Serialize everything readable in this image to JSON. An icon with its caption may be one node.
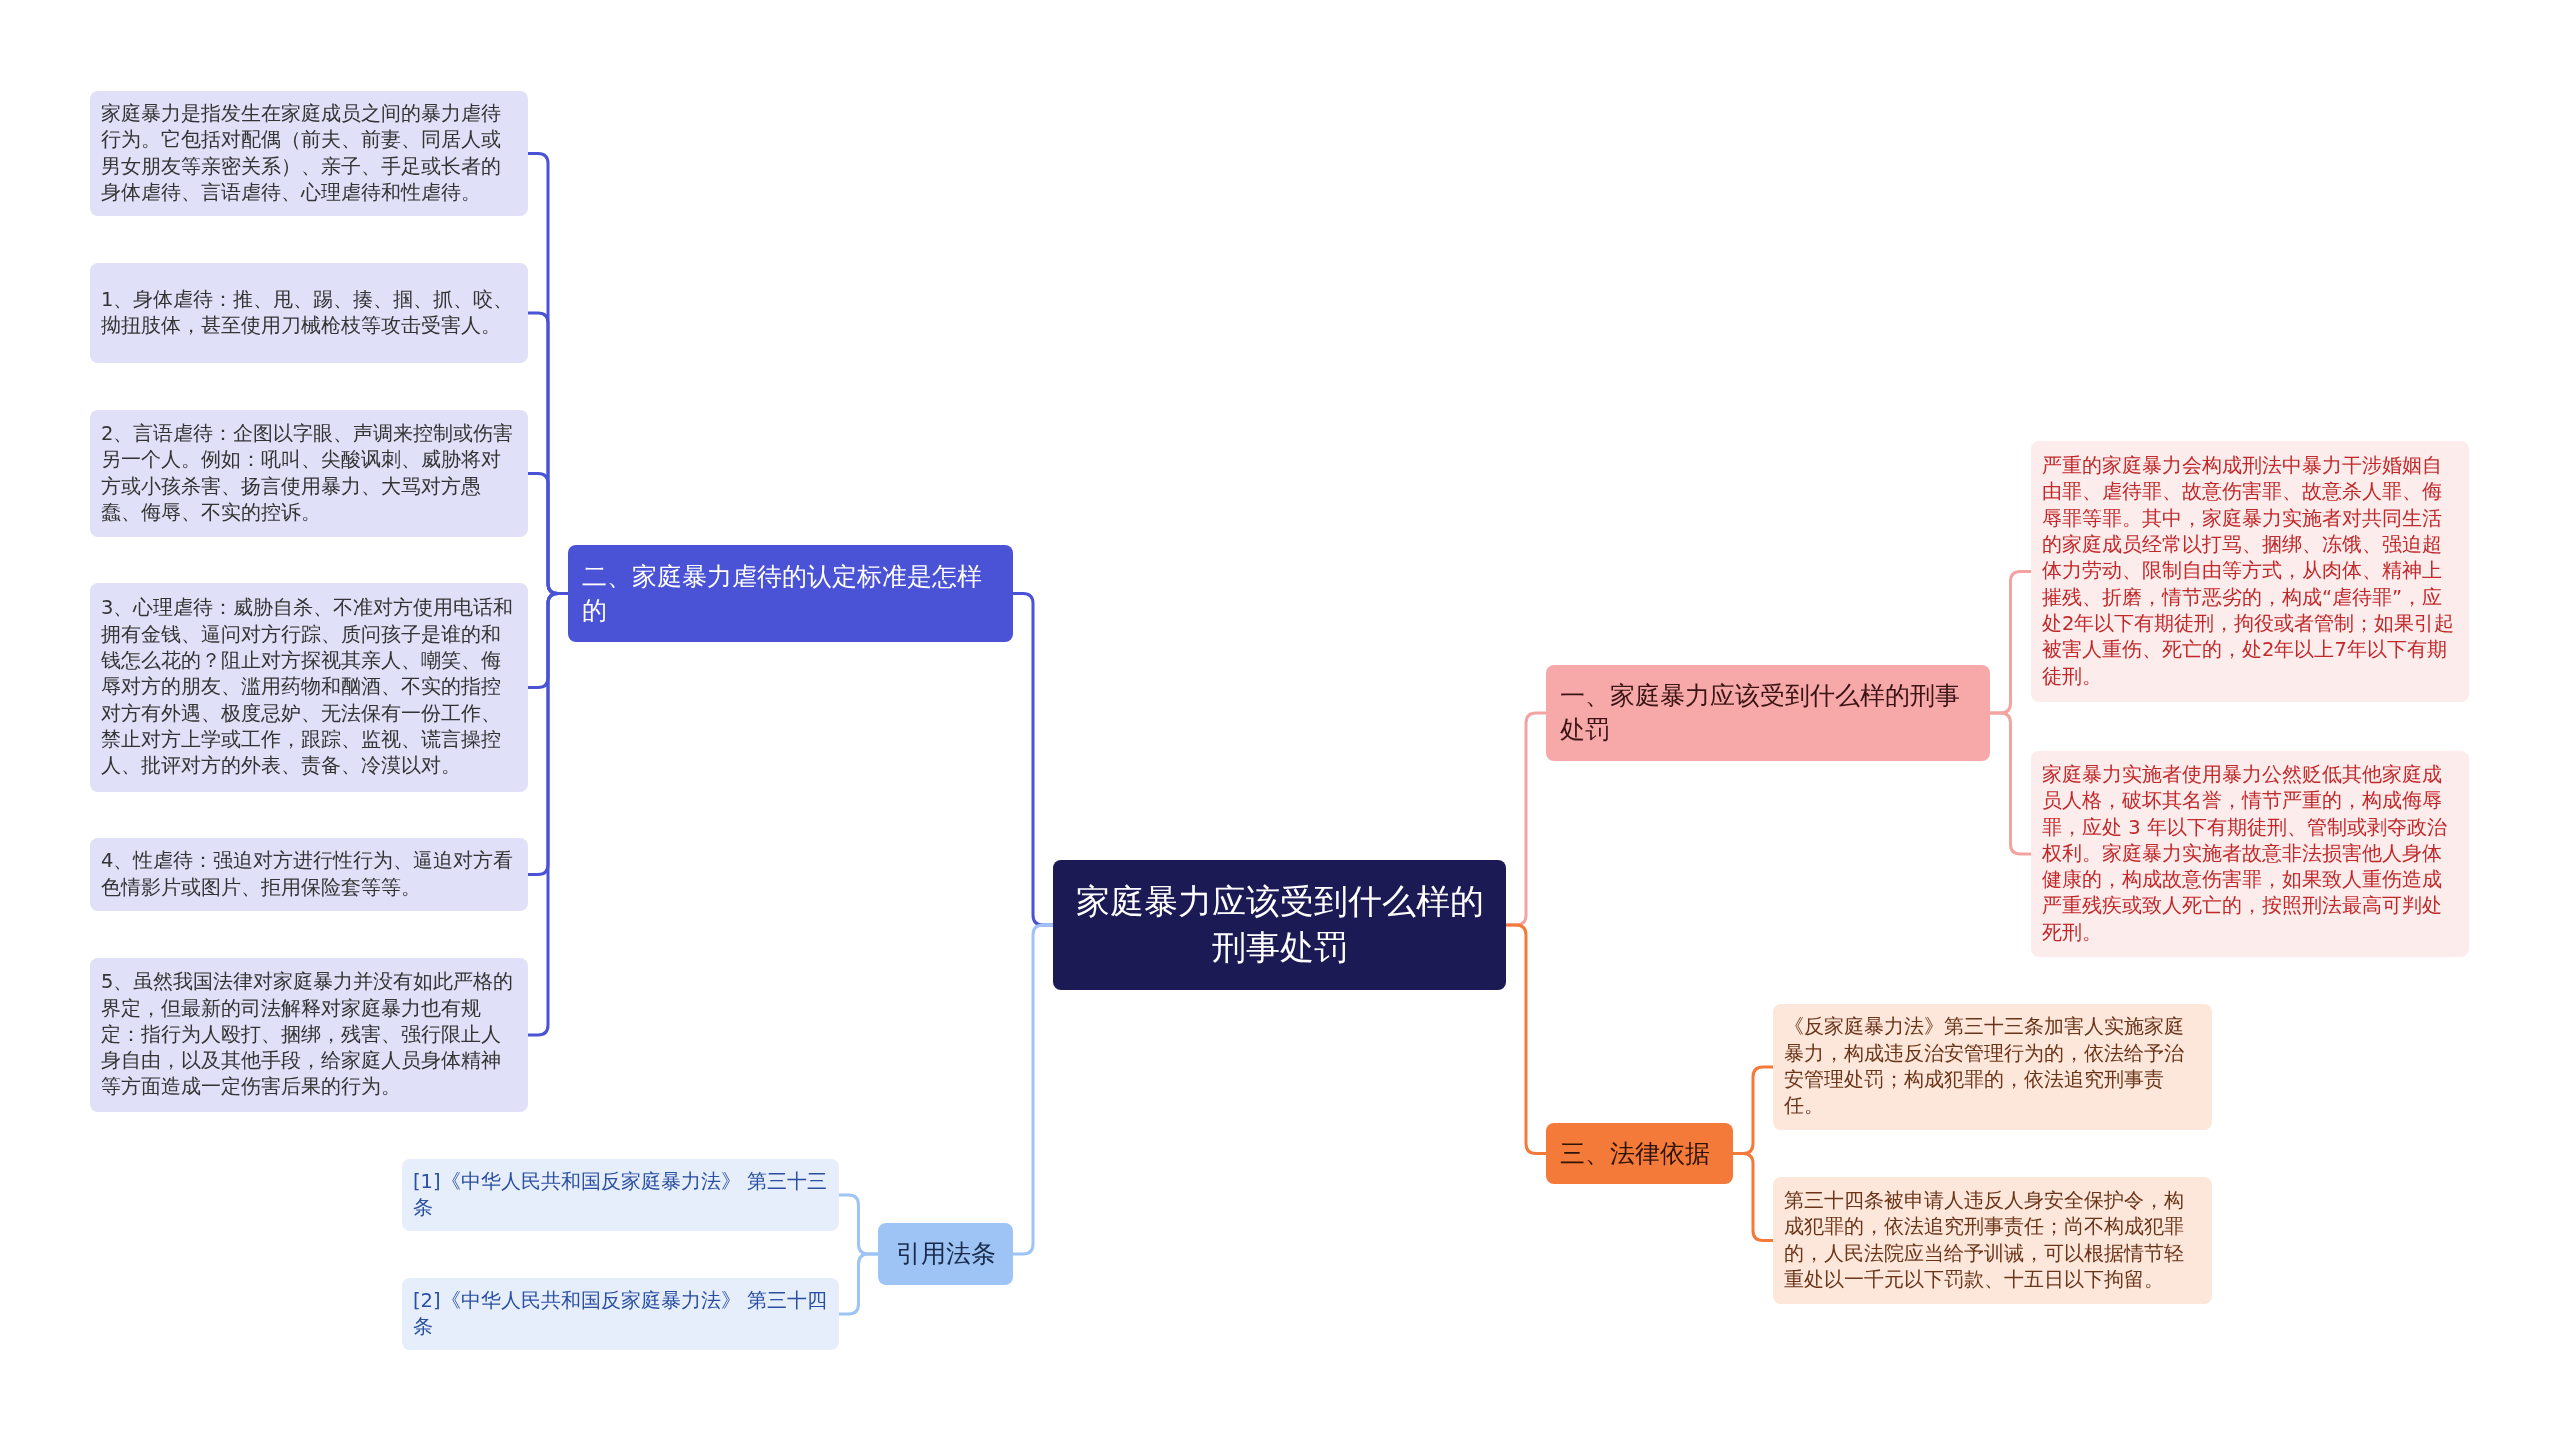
{
  "diagram": {
    "nodes": [
      {
        "text": [
          "家庭暴力应该受到什么样的刑事处罚"
        ]
      },
      {
        "text": [
          "二、家庭暴力虐待的认定标准是怎样的"
        ]
      },
      {
        "text": [
          "家庭暴力是指发生在家庭成员之间的暴力虐待行为。它包括对配偶（前夫、前妻、同居人或男女朋友等亲密关系）、亲子、手足或长者的身体虐待、言语虐待、心理虐待和性虐待。"
        ]
      },
      {
        "text": [
          "1、身体虐待：推、甩、踢、揍、掴、抓、咬、拗扭肢体，甚至使用刀械枪枝等攻击受害人。"
        ]
      },
      {
        "text": [
          "2、言语虐待：企图以字眼、声调来控制或伤害另一个人。例如：吼叫、尖酸讽刺、威胁将对方或小孩杀害、扬言使用暴力、大骂对方愚蠢、侮辱、不实的控诉。"
        ]
      },
      {
        "text": [
          "3、心理虐待：威胁自杀、不准对方使用电话和拥有金钱、逼问对方行踪、质问孩子是谁的和钱怎么花的？阻止对方探视其亲人、嘲笑、侮辱对方的朋友、滥用药物和酗酒、不实的指控对方有外遇、极度忌妒、无法保有一份工作、禁止对方上学或工作，跟踪、监视、谎言操控人、批评对方的外表、责备、冷漠以对。"
        ]
      },
      {
        "text": [
          "4、性虐待：强迫对方进行性行为、逼迫对方看色情影片或图片、拒用保险套等等。"
        ]
      },
      {
        "text": [
          "5、虽然我国法律对家庭暴力并没有如此严格的界定，但最新的司法解释对家庭暴力也有规定：指行为人殴打、捆绑，残害、强行限止人身自由，以及其他手段，给家庭人员身体精神等方面造成一定伤害后果的行为。"
        ]
      },
      {
        "text": [
          "引用法条"
        ]
      },
      {
        "text": [
          "[1]《中华人民共和国反家庭暴力法》 第三十三条"
        ]
      },
      {
        "text": [
          "[2]《中华人民共和国反家庭暴力法》 第三十四条"
        ]
      },
      {
        "text": [
          "一、家庭暴力应该受到什么样的刑事处罚"
        ]
      },
      {
        "text": [
          "严重的家庭暴力会构成刑法中暴力干涉婚姻自由罪、虐待罪、故意伤害罪、故意杀人罪、侮辱罪等罪。其中，家庭暴力实施者对共同生活的家庭成员经常以打骂、捆绑、冻饿、强迫超体力劳动、限制自由等方式，从肉体、精神上摧残、折磨，情节恶劣的，构成“虐待罪”，应处2年以下有期徒刑，拘役或者管制；如果引起被害人重伤、死亡的，处2年以上7年以下有期徒刑。"
        ]
      },
      {
        "text": [
          "家庭暴力实施者使用暴力公然贬低其他家庭成员人格，破坏其名誉，情节严重的，构成侮辱罪，应处 3 年以下有期徒刑、管制或剥夺政治权利。家庭暴力实施者故意非法损害他人身体健康的，构成故意伤害罪，如果致人重伤造成严重残疾或致人死亡的，按照刑法最高可判处死刑。"
        ]
      },
      {
        "text": [
          "三、法律依据"
        ]
      },
      {
        "text": [
          "《反家庭暴力法》第三十三条加害人实施家庭暴力，构成违反治安管理行为的，依法给予治安管理处罚；构成犯罪的，依法追究刑事责任。"
        ]
      },
      {
        "text": [
          "第三十四条被申请人违反人身安全保护令，构成犯罪的，依法追究刑事责任；尚不构成犯罪的，人民法院应当给予训诫，可以根据情节轻重处以一千元以下罚款、十五日以下拘留。"
        ]
      }
    ],
    "edges": [
      {
        "from": 0,
        "to": 1,
        "arrow": "none",
        "color": "#4a52d6"
      },
      {
        "from": 1,
        "to": 2,
        "arrow": "none",
        "color": "#4a52d6"
      },
      {
        "from": 1,
        "to": 3,
        "arrow": "none",
        "color": "#4a52d6"
      },
      {
        "from": 1,
        "to": 4,
        "arrow": "none",
        "color": "#4a52d6"
      },
      {
        "from": 1,
        "to": 5,
        "arrow": "none",
        "color": "#4a52d6"
      },
      {
        "from": 1,
        "to": 6,
        "arrow": "none",
        "color": "#4a52d6"
      },
      {
        "from": 1,
        "to": 7,
        "arrow": "none",
        "color": "#4a52d6"
      },
      {
        "from": 0,
        "to": 8,
        "arrow": "none",
        "color": "#9ec4f5"
      },
      {
        "from": 8,
        "to": 9,
        "arrow": "none",
        "color": "#9ec4f5"
      },
      {
        "from": 8,
        "to": 10,
        "arrow": "none",
        "color": "#9ec4f5"
      },
      {
        "from": 0,
        "to": 11,
        "arrow": "none",
        "color": "#f4a3a3"
      },
      {
        "from": 11,
        "to": 12,
        "arrow": "none",
        "color": "#f4a3a3"
      },
      {
        "from": 11,
        "to": 13,
        "arrow": "none",
        "color": "#f4a3a3"
      },
      {
        "from": 0,
        "to": 14,
        "arrow": "none",
        "color": "#f47a3a"
      },
      {
        "from": 14,
        "to": 15,
        "arrow": "none",
        "color": "#f47a3a"
      },
      {
        "from": 14,
        "to": 16,
        "arrow": "none",
        "color": "#f47a3a"
      }
    ]
  }
}
